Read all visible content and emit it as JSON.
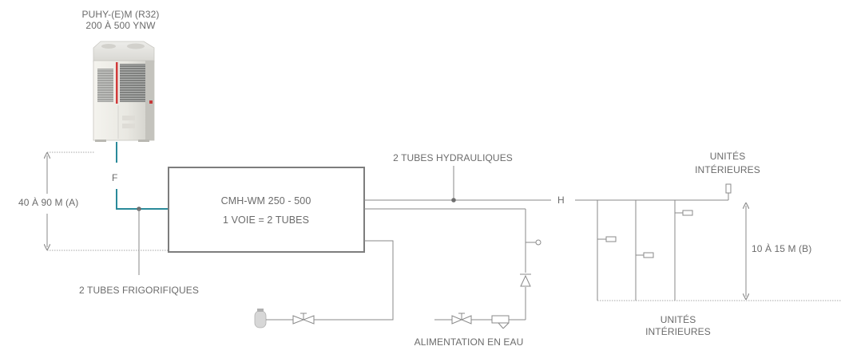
{
  "outdoor_unit": {
    "model_line1": "PUHY-(E)M (R32)",
    "model_line2": "200 À 500 YNW"
  },
  "controller": {
    "line1": "CMH-WM 250 - 500",
    "line2": "1 VOIE = 2 TUBES"
  },
  "labels": {
    "f_point": "F",
    "h_point": "H",
    "refrigerant_pipes": "2 TUBES FRIGORIFIQUES",
    "water_pipes": "2 TUBES HYDRAULIQUES",
    "water_supply": "ALIMENTATION EN EAU",
    "height_a": "40 À 90 M (A)",
    "height_b": "10 À 15 M (B)",
    "indoor_units_top_line1": "UNITÉS",
    "indoor_units_top_line2": "INTÉRIEURES",
    "indoor_units_bottom_line1": "UNITÉS",
    "indoor_units_bottom_line2": "INTÉRIEURES"
  },
  "colors": {
    "line": "#8a8a8a",
    "refrigerant_line": "#2a8a9a",
    "text": "#6b6b6b",
    "unit_red_stripe": "#d13a3a"
  },
  "icons": [
    "outdoor-unit-image",
    "expansion-tank-icon",
    "valve-icon",
    "check-valve-icon",
    "strainer-icon",
    "vent-icon"
  ]
}
